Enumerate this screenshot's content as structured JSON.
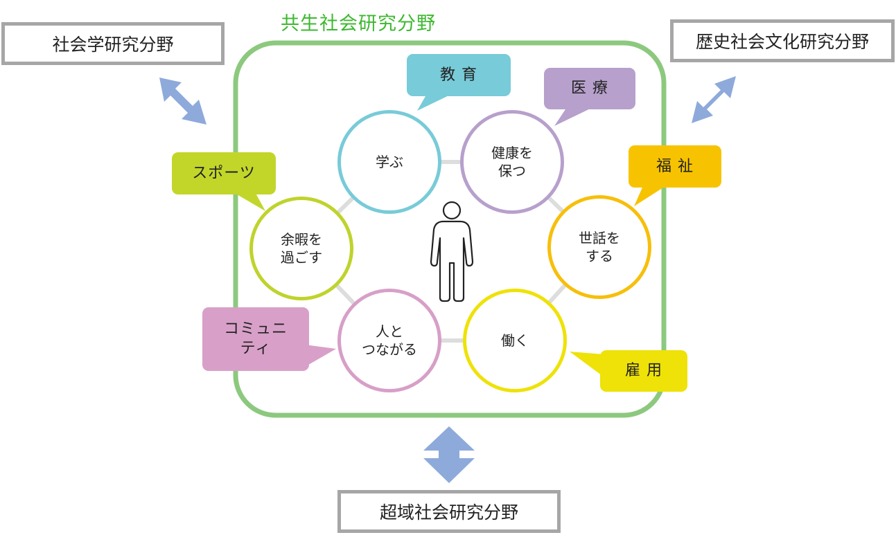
{
  "main_title": "共生社会研究分野",
  "fields": {
    "sociology": "社会学研究分野",
    "history_culture": "歴史社会文化研究分野",
    "transregional": "超域社会研究分野"
  },
  "circles": {
    "manabu": "学ぶ",
    "kenko": "健康を\n保つ",
    "sewa": "世話を\nする",
    "hataraku": "働く",
    "hito": "人と\nつながる",
    "yoka": "余暇を\n過ごす"
  },
  "bubbles": {
    "kyoiku": "教 育",
    "iryo": "医 療",
    "fukushi": "福 祉",
    "koyo": "雇 用",
    "community": "コミュニ\nティ",
    "sports": "スポーツ"
  },
  "colors": {
    "frame_green": "#8cc97e",
    "title_green": "#3db82f",
    "arrow_blue": "#8eaadb",
    "field_border": "#a6a6a6",
    "education": "#78cbd8",
    "medical": "#b7a0cc",
    "welfare": "#f7c300",
    "employment": "#eee208",
    "community": "#d8a0c8",
    "sports": "#c2d62a"
  },
  "icons": {
    "center": "person-icon",
    "arrows": "double-arrow-icon"
  }
}
